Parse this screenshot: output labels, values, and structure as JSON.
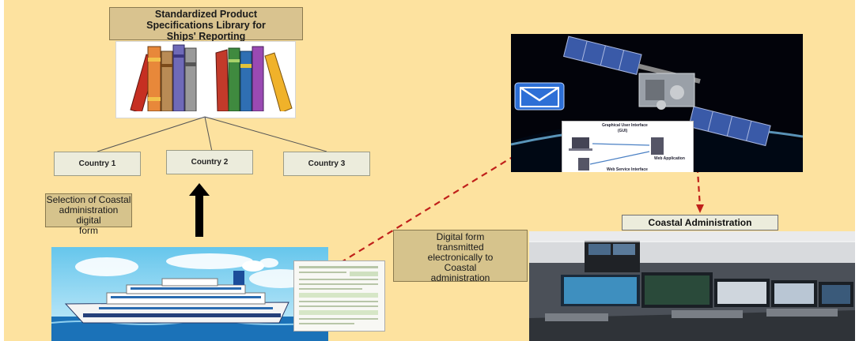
{
  "library": {
    "title_line1": "Standardized Product",
    "title_line2": "Specifications Library for",
    "title_line3": "Ships' Reporting"
  },
  "countries": [
    "Country 1",
    "Country 2",
    "Country 3"
  ],
  "selection_callout": {
    "line1": "Selection of Coastal",
    "line2": "administration digital",
    "line3": "form"
  },
  "transmit_callout": {
    "line1": "Digital form",
    "line2": "transmitted",
    "line3": "electronically to",
    "line4": "Coastal",
    "line5": "administration"
  },
  "coastal_label": "Coastal Administration",
  "gui_panel": {
    "title": "Graphical User Interface",
    "subtitle": "(GUI)",
    "web_app": "Web Application",
    "web_service": "Web Service Interface"
  },
  "colors": {
    "background": "#fde29f",
    "callout_fill": "#d6c38c",
    "country_fill": "#ececdc",
    "dashed_arrow": "#c0201a"
  }
}
